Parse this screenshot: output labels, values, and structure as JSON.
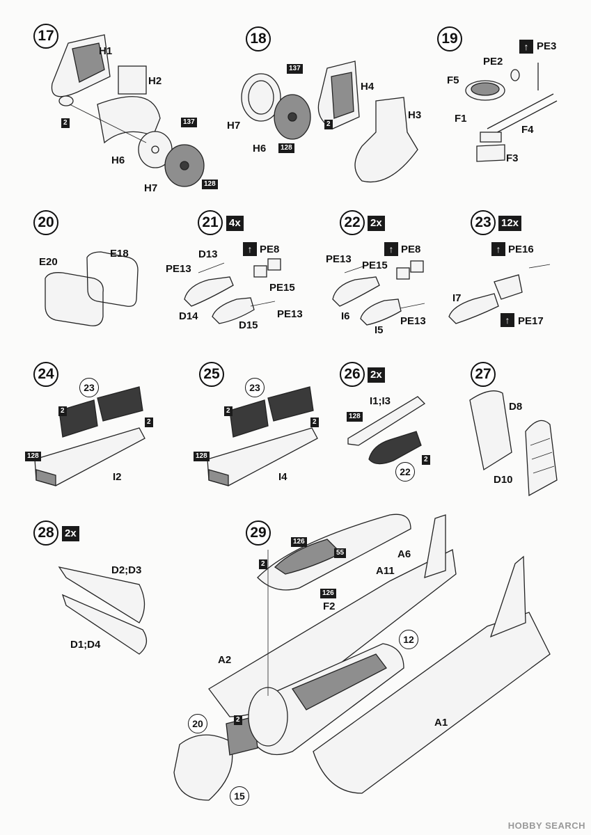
{
  "steps": [
    {
      "n": "17",
      "mult": "",
      "labels": [
        "H1",
        "H2",
        "H6",
        "H7"
      ],
      "codes": [
        "2",
        "137",
        "128"
      ]
    },
    {
      "n": "18",
      "mult": "",
      "labels": [
        "H4",
        "H3",
        "H7",
        "H6"
      ],
      "codes": [
        "137",
        "2",
        "128"
      ]
    },
    {
      "n": "19",
      "mult": "",
      "labels": [
        "PE3",
        "PE2",
        "F5",
        "F1",
        "F4",
        "F3"
      ],
      "codes": []
    },
    {
      "n": "20",
      "mult": "",
      "labels": [
        "E18",
        "E20"
      ],
      "codes": []
    },
    {
      "n": "21",
      "mult": "4x",
      "labels": [
        "D13",
        "PE8",
        "PE13",
        "PE15",
        "D14",
        "D15",
        "PE13"
      ],
      "codes": []
    },
    {
      "n": "22",
      "mult": "2x",
      "labels": [
        "PE8",
        "PE13",
        "PE15",
        "I6",
        "I5",
        "PE13"
      ],
      "codes": []
    },
    {
      "n": "23",
      "mult": "12x",
      "labels": [
        "PE16",
        "I7",
        "PE17"
      ],
      "codes": []
    },
    {
      "n": "24",
      "mult": "",
      "labels": [
        "I2"
      ],
      "codes": [
        "2",
        "2",
        "128"
      ],
      "refs": [
        "23"
      ]
    },
    {
      "n": "25",
      "mult": "",
      "labels": [
        "I4"
      ],
      "codes": [
        "2",
        "2",
        "128"
      ],
      "refs": [
        "23"
      ]
    },
    {
      "n": "26",
      "mult": "2x",
      "labels": [
        "I1;I3"
      ],
      "codes": [
        "128",
        "2"
      ],
      "refs": [
        "22"
      ]
    },
    {
      "n": "27",
      "mult": "",
      "labels": [
        "D8",
        "D10"
      ],
      "codes": []
    },
    {
      "n": "28",
      "mult": "2x",
      "labels": [
        "D2;D3",
        "D1;D4"
      ],
      "codes": []
    },
    {
      "n": "29",
      "mult": "",
      "labels": [
        "A6",
        "A11",
        "F2",
        "A2",
        "A1"
      ],
      "codes": [
        "126",
        "55",
        "2",
        "126",
        "2"
      ],
      "refs": [
        "12",
        "20",
        "15"
      ]
    }
  ],
  "watermark": "HOBBY SEARCH"
}
